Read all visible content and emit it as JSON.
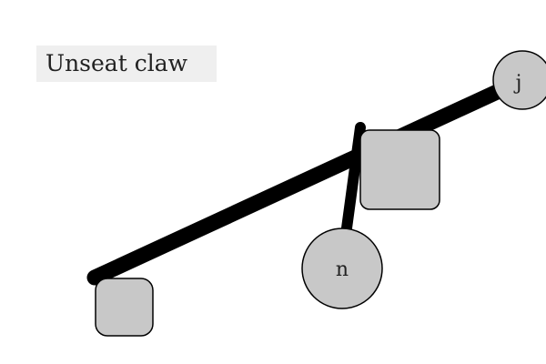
{
  "title": "Unseat claw",
  "bodies": {
    "node_j": {
      "label": "j",
      "shape": "circle"
    },
    "node_n": {
      "label": "n",
      "shape": "circle"
    },
    "block_center": {
      "label": "",
      "shape": "rounded-square"
    },
    "block_left": {
      "label": "",
      "shape": "rounded-square"
    }
  },
  "colors": {
    "body_fill": "#c8c8c8",
    "body_stroke": "#000000",
    "bar": "#000000",
    "title_bg": "#efefef"
  }
}
